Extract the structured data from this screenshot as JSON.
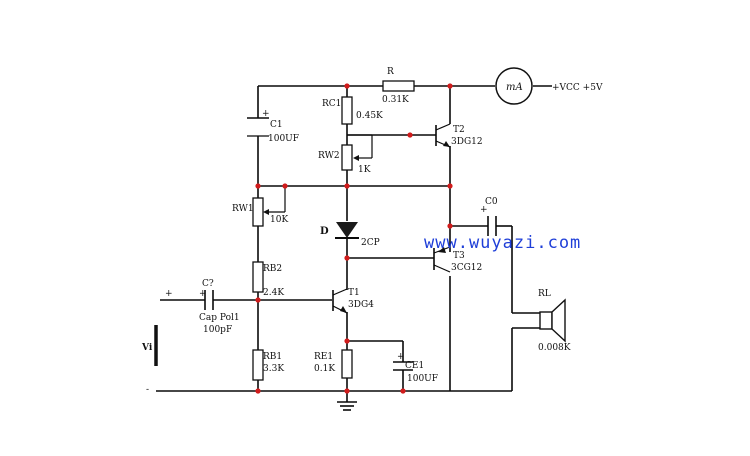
{
  "components": {
    "r_top": {
      "name": "R",
      "value": "0.31K"
    },
    "meter": {
      "name": "mA"
    },
    "supply": {
      "name": "+VCC +5V"
    },
    "rc1": {
      "name": "RC1",
      "value": "0.45K"
    },
    "c1": {
      "name": "C1",
      "value": "100UF",
      "polarity": "+"
    },
    "rw2": {
      "name": "RW2",
      "value": "1K"
    },
    "t2": {
      "name": "T2",
      "type": "3DG12"
    },
    "rw1": {
      "name": "RW1",
      "value": "10K"
    },
    "diode": {
      "name": "D",
      "type": "2CP"
    },
    "c0": {
      "name": "C0",
      "polarity": "+"
    },
    "t3": {
      "name": "T3",
      "type": "3CG12"
    },
    "rb2": {
      "name": "RB2",
      "value": "2.4K"
    },
    "c_in": {
      "name": "C?",
      "type": "Cap Pol1",
      "value": "100pF",
      "polarity": "+"
    },
    "t1": {
      "name": "T1",
      "type": "3DG4"
    },
    "speaker": {
      "name": "RL",
      "value": "0.008K"
    },
    "rb1": {
      "name": "RB1",
      "value": "3.3K"
    },
    "re1": {
      "name": "RE1",
      "value": "0.1K"
    },
    "ce1": {
      "name": "CE1",
      "value": "100UF",
      "polarity": "+"
    },
    "input": {
      "name": "Vi",
      "plus": "+",
      "minus": "-"
    }
  },
  "watermark": "www.wuyazi.com",
  "colors": {
    "wire": "#0a0a0a",
    "junction": "#d11b1b",
    "watermark": "#1f3fd8"
  }
}
